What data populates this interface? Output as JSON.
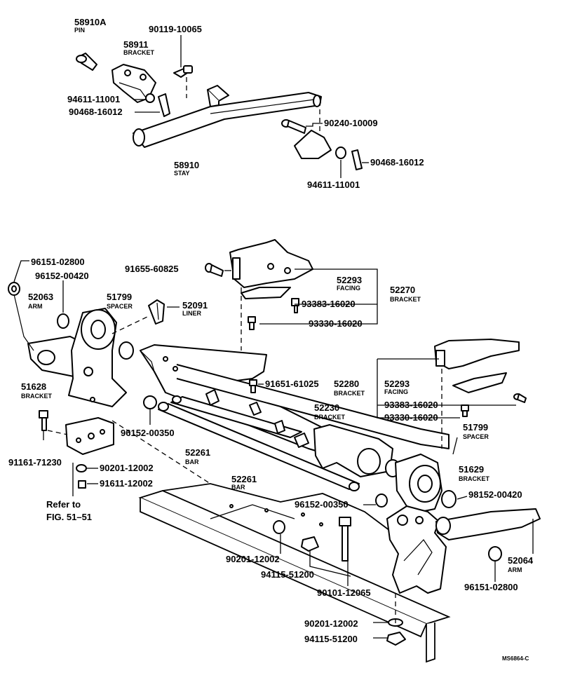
{
  "labels": {
    "p58910A": "58910A",
    "n_pin": "PIN",
    "p58911": "58911",
    "n_bracket_58911": "BRACKET",
    "p90119": "90119-10065",
    "p94611_top": "94611-11001",
    "p90468_top": "90468-16012",
    "p90240": "90240-10009",
    "p58910": "58910",
    "n_stay": "STAY",
    "p90468_right": "90468-16012",
    "p94611_bottom": "94611-11001",
    "p96151_left": "96151-02800",
    "p91655": "91655-60825",
    "p96152_left": "96152-00420",
    "p52293_top": "52293",
    "n_facing_top": "FACING",
    "p52270": "52270",
    "n_bracket_52270": "BRACKET",
    "p52063": "52063",
    "n_arm_52063": "ARM",
    "p51799_left": "51799",
    "n_spacer_left": "SPACER",
    "p52091": "52091",
    "n_liner": "LINER",
    "p93383_top": "93383-16020",
    "p93330_top": "93330-16020",
    "p91651": "91651-61025",
    "p52280": "52280",
    "n_bracket_52280": "BRACKET",
    "p52293_right": "52293",
    "n_facing_right": "FACING",
    "p51628": "51628",
    "n_bracket_51628": "BRACKET",
    "p93383_right": "93383-16020",
    "p52230": "52230",
    "n_bracket_52230": "BRACKET",
    "p93330_right": "93330-16020",
    "p51799_right": "51799",
    "n_spacer_right": "SPACER",
    "p96152_mid": "96152-00350",
    "p52261_a": "52261",
    "n_bar_a": "BAR",
    "p91161": "91161-71230",
    "p90201_left": "90201-12002",
    "p51629": "51629",
    "n_bracket_51629": "BRACKET",
    "p91611": "91611-12002",
    "p52261_b": "52261",
    "n_bar_b": "BAR",
    "p98152": "98152-00420",
    "refer_1": "Refer to",
    "refer_2": "FIG. 51–51",
    "p96152_lower": "96152-00350",
    "p52064": "52064",
    "n_arm_52064": "ARM",
    "p90201_mid": "90201-12002",
    "p94115_mid": "94115-51200",
    "p96151_right": "96151-02800",
    "p90101": "90101-12065",
    "p90201_bottom": "90201-12002",
    "p94115_bottom": "94115-51200",
    "code": "MS6864-C"
  }
}
